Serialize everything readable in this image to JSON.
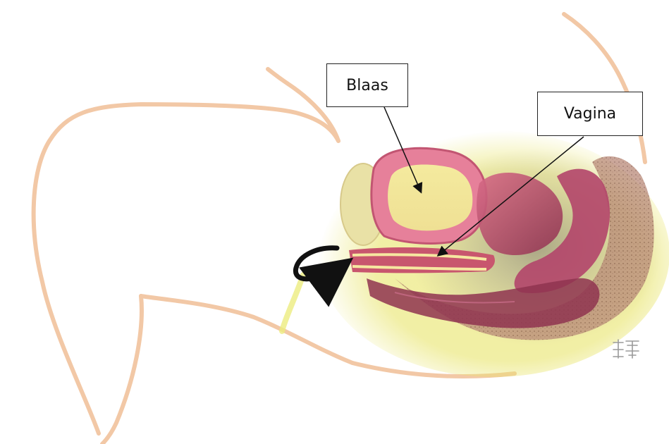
{
  "labels": {
    "bladder": "Blaas",
    "vagina": "Vagina"
  },
  "signature_text": "班",
  "colors": {
    "body_outline": "#f2c8a6",
    "tissue_dark": "#9c3a52",
    "tissue_mid": "#c8566e",
    "tissue_light": "#e98aa0",
    "bladder_fill": "#f0e39a",
    "halo": "#e8e46a",
    "arrow": "#111111"
  },
  "icons": [
    "curved-arrow-icon"
  ]
}
